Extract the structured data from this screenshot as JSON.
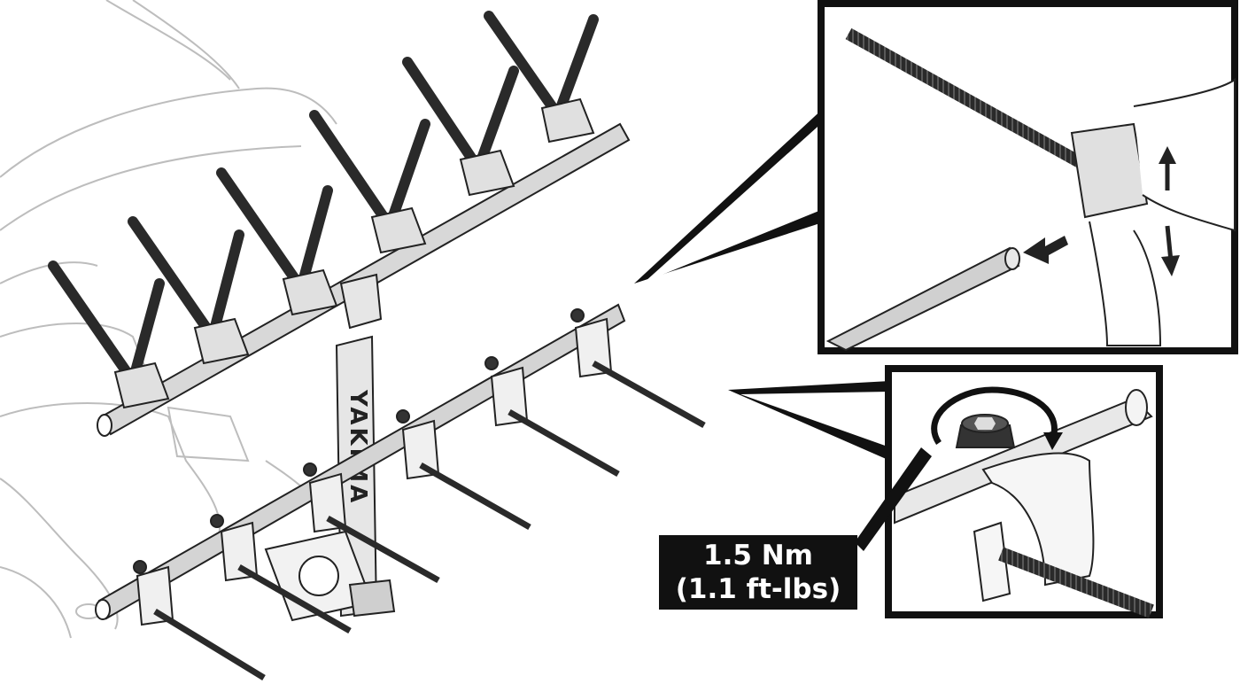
{
  "brand_mark": "YAKIMA",
  "torque": {
    "metric": "1.5 Nm",
    "imperial": "(1.1 ft-lbs)"
  },
  "colors": {
    "line": "#222222",
    "car_outline": "#bbbbbb",
    "callout_fill": "#111111",
    "tube_fill": "#c8c8c8",
    "tube_highlight": "#e4e4e4"
  },
  "icons": [
    "rotate-arrow-icon",
    "push-arrow-icon",
    "up-down-arrow-icon"
  ]
}
